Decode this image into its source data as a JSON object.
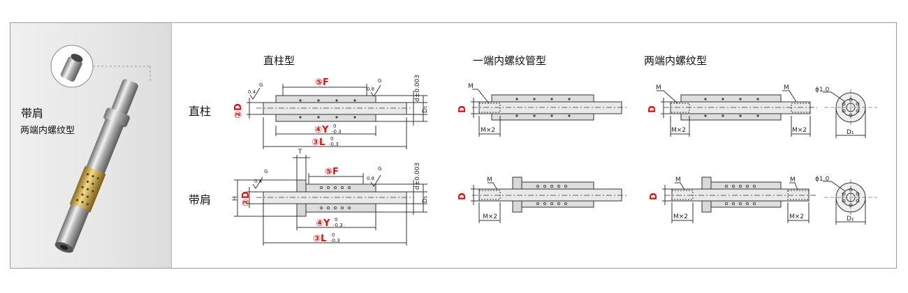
{
  "photo": {
    "title": "带肩",
    "subtitle": "两端内螺纹型"
  },
  "columns": {
    "straight": "直柱型",
    "one_end": "一端内螺纹管型",
    "both_ends": "两端内螺纹型"
  },
  "rows": {
    "straight": "直柱",
    "shoulder": "带肩"
  },
  "labels": {
    "F": "⑤F",
    "D": "②D",
    "Y": "④Y",
    "L": "③L",
    "tol_upper": "0",
    "tol_lower": "-0.3",
    "d_tol": "d±0.003",
    "D1": "D₁",
    "G": "G",
    "r04": "0.4",
    "r08": "0.8",
    "T": "T",
    "H": "H",
    "M": "M",
    "Mx2": "M×2",
    "Dplain": "D",
    "phi": "ϕ1.0"
  },
  "colors": {
    "accent": "#e01010",
    "line": "#333333",
    "part": "#dddddd",
    "sleeve": "#e8e8e8"
  }
}
